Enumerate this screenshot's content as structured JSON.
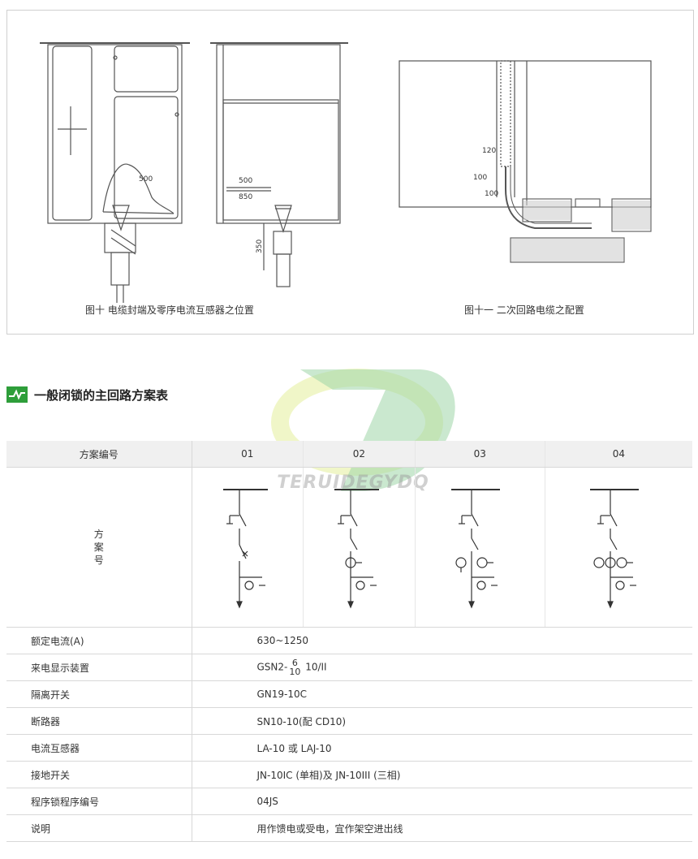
{
  "figures": {
    "fig10_caption": "图十  电缆封端及零序电流互感器之位置",
    "fig11_caption": "图十一  二次回路电缆之配置",
    "dims": {
      "d500a": "500",
      "d500b": "500",
      "d850": "850",
      "d350": "350",
      "d120": "120",
      "d100a": "100",
      "d100b": "100"
    }
  },
  "section": {
    "title": "一般闭锁的主回路方案表"
  },
  "watermark": {
    "text": "TERUIDEGYDQ"
  },
  "table": {
    "header": {
      "label": "方案编号",
      "cols": [
        "01",
        "02",
        "03",
        "04"
      ]
    },
    "diagram_label": [
      "方",
      "案",
      "号"
    ],
    "rows": [
      {
        "label": "额定电流(A)",
        "value": "630~1250"
      },
      {
        "label": "来电显示装置",
        "value_pre": "GSN2-",
        "frac_top": "6",
        "frac_bottom": "10",
        "value_post": "10/II"
      },
      {
        "label": "隔离开关",
        "value": "GN19-10C"
      },
      {
        "label": "断路器",
        "value": "SN10-10(配 CD10)"
      },
      {
        "label": "电流互感器",
        "value": "LA-10 或 LAJ-10"
      },
      {
        "label": "接地开关",
        "value": "JN-10IC (单相)及 JN-10III (三相)"
      },
      {
        "label": "程序锁程序编号",
        "value": "04JS"
      },
      {
        "label": "说明",
        "value": "用作馈电或受电，宜作架空进出线"
      }
    ]
  },
  "colors": {
    "accent_green": "#2e9e3a",
    "watermark_green": "#9fd6a8",
    "watermark_yellow": "#e4ee9a"
  }
}
